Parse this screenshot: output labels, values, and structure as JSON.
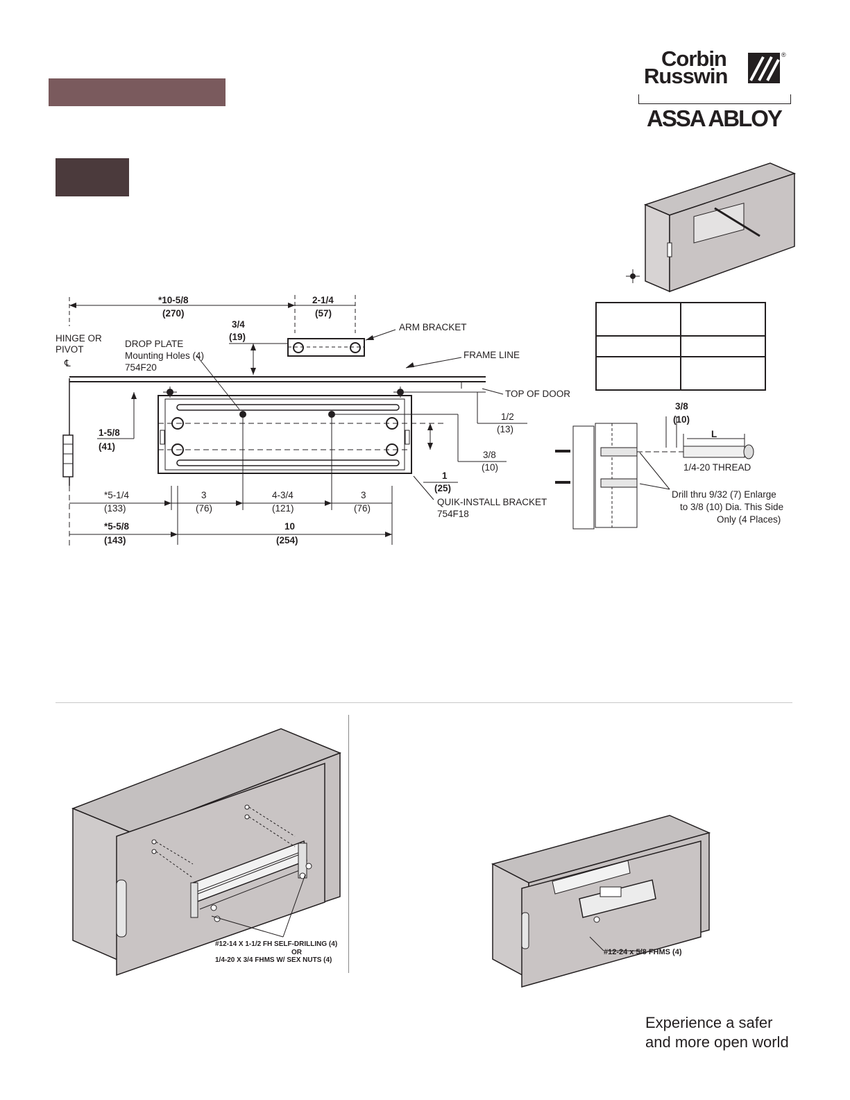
{
  "brand": {
    "logo_line1": "Corbin",
    "logo_line2": "Russwin",
    "registered": "®",
    "parent": "ASSA ABLOY",
    "tagline_line1": "Experience a safer",
    "tagline_line2": "and more open world"
  },
  "template": {
    "labels": {
      "hinge": "HINGE OR",
      "pivot": "PIVOT",
      "cl": "℄",
      "drop_plate": "DROP PLATE",
      "mounting_holes": "Mounting Holes (4)",
      "drop_plate_part": "754F20",
      "arm_bracket": "ARM BRACKET",
      "frame_line": "FRAME LINE",
      "top_of_door": "TOP OF DOOR",
      "quik_install": "QUIK-INSTALL BRACKET",
      "quik_install_part": "754F18"
    },
    "dims": {
      "d_10_58": "*10-5/8",
      "d_270": "(270)",
      "d_2_14": "2-1/4",
      "d_57": "(57)",
      "d_34": "3/4",
      "d_19": "(19)",
      "d_1_58": "1-5/8",
      "d_41": "(41)",
      "d_12": "1/2",
      "d_13": "(13)",
      "d_38": "3/8",
      "d_10": "(10)",
      "d_1": "1",
      "d_25": "(25)",
      "d_5_14": "*5-1/4",
      "d_133": "(133)",
      "d_3a": "3",
      "d_76a": "(76)",
      "d_4_34": "4-3/4",
      "d_121": "(121)",
      "d_3b": "3",
      "d_76b": "(76)",
      "d_5_58": "*5-5/8",
      "d_143": "(143)",
      "d_10in": "10",
      "d_254": "(254)"
    }
  },
  "bolt_detail": {
    "d_38": "3/8",
    "d_10": "(10)",
    "l": "L",
    "thread": "1/4-20 THREAD",
    "drill_1": "Drill thru 9/32 (7) Enlarge",
    "drill_2": "to 3/8 (10) Dia. This Side",
    "drill_3": "Only (4 Places)"
  },
  "step1": {
    "screws_1": "#12-14 X 1-1/2 FH SELF-DRILLING (4)",
    "screws_or": "OR",
    "screws_2": "1/4-20 X 3/4 FHMS W/ SEX NUTS (4)"
  },
  "step2": {
    "screws": "#12-24 x 5/8 FHMS (4)"
  }
}
